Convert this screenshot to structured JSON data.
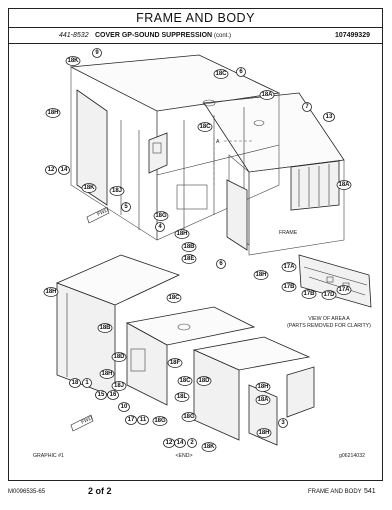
{
  "header": {
    "title": "FRAME AND BODY"
  },
  "part": {
    "number": "441-8532",
    "description": "COVER GP-SOUND SUPPRESSION",
    "cont": "(cont.)",
    "serial": "107499329"
  },
  "callouts": [
    "9",
    "18K",
    "18C",
    "6",
    "18A",
    "7",
    "13",
    "18H",
    "18C",
    "12",
    "14",
    "18K",
    "18J",
    "5",
    "18G",
    "4",
    "18H",
    "18B",
    "18E",
    "6",
    "18A",
    "FRAME",
    "18H",
    "17A",
    "17B",
    "17B",
    "17D",
    "17A",
    "18H",
    "18C",
    "18B",
    "18D",
    "18F",
    "18H",
    "18J",
    "18C",
    "18D",
    "18L",
    "18H",
    "18A",
    "18G",
    "18H",
    "12",
    "14",
    "2",
    "18K",
    "3",
    "15",
    "16",
    "10",
    "17",
    "11",
    "18G",
    "18",
    "1"
  ],
  "labels": {
    "fwd": "FWD",
    "view_a_line1": "VIEW OF AREA A",
    "view_a_line2": "(PARTS REMOVED FOR CLARITY)",
    "area_a": "A",
    "graphic": "GRAPHIC #1",
    "end": "<END>",
    "graphic_id": "g06214032"
  },
  "footer": {
    "doc": "M0096535-65",
    "page_of": "2 of 2",
    "section": "FRAME AND BODY",
    "page_no": "541"
  }
}
